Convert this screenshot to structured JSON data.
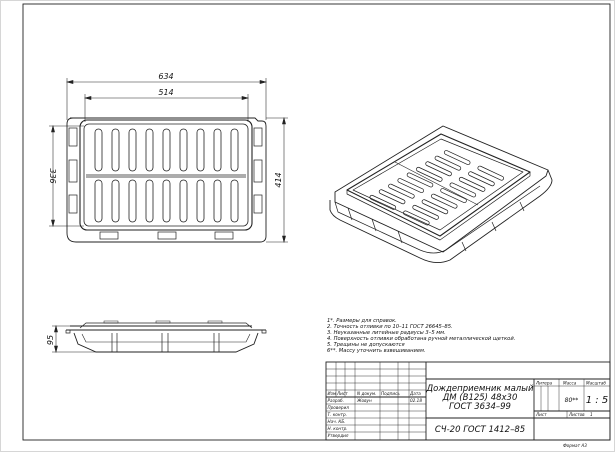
{
  "dimensions": {
    "top_width_outer": "634",
    "top_width_inner": "514",
    "height_left": "336",
    "height_right": "414",
    "side_height": "95"
  },
  "notes": [
    "1*. Размеры для справок.",
    "2. Точность отливки по 10–11 ГОСТ 26645–85.",
    "3. Неуказанные литейные радиусы 3–5 мм.",
    "4. Поверхность отливки обработана ручной металлической щеткой.",
    "5. Трещины не допускаются",
    "6**. Массу уточнить взвешиванием."
  ],
  "title_block": {
    "headers": {
      "izm": "Изм",
      "list": "Лист",
      "doc_no": "N докум.",
      "sign": "Подпись",
      "date": "Дата"
    },
    "roles": [
      {
        "role": "Разраб.",
        "name": "Жовун",
        "date": "02.18"
      },
      {
        "role": "Проверил",
        "name": "",
        "date": ""
      },
      {
        "role": "Т. контр.",
        "name": "",
        "date": ""
      },
      {
        "role": "Нач. КБ.",
        "name": "",
        "date": ""
      },
      {
        "role": "Н. контр.",
        "name": "",
        "date": ""
      },
      {
        "role": "Утвердил",
        "name": "",
        "date": ""
      }
    ],
    "name_line1": "Дождеприемник малый",
    "name_line2": "ДМ (В125) 48х30",
    "name_line3": "ГОСТ 3634–99",
    "material": "СЧ-20  ГОСТ 1412–85",
    "litera_label": "Литера",
    "mass_label": "Масса",
    "scale_label": "Масштаб",
    "mass_value": "80**",
    "scale_value": "1 : 5",
    "sheet_label": "Лист",
    "sheets_label": "Листов",
    "sheets_value": "1",
    "format": "Формат А3"
  }
}
